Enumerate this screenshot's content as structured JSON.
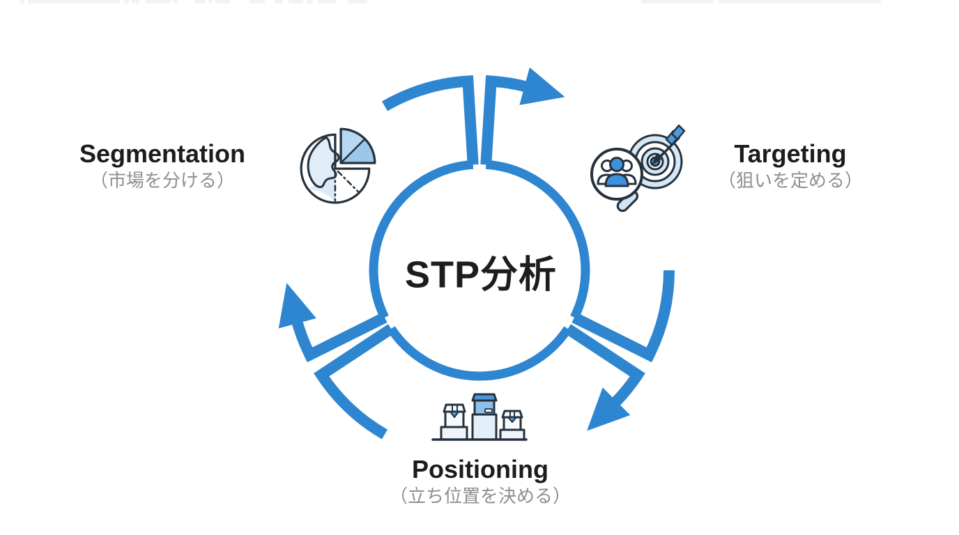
{
  "diagram": {
    "title": "STP分析",
    "accent_color": "#2E86D0",
    "text_color": "#1C1C1E",
    "sublabel_color": "#8F8F8F",
    "flow_direction": "clockwise",
    "steps": [
      {
        "label": "Segmentation",
        "sublabel": "（市場を分ける）",
        "icon": "pie-chart-globe-icon"
      },
      {
        "label": "Targeting",
        "sublabel": "（狙いを定める）",
        "icon": "target-arrow-magnifier-icon"
      },
      {
        "label": "Positioning",
        "sublabel": "（立ち位置を決める）",
        "icon": "podium-boxes-icon"
      }
    ]
  }
}
